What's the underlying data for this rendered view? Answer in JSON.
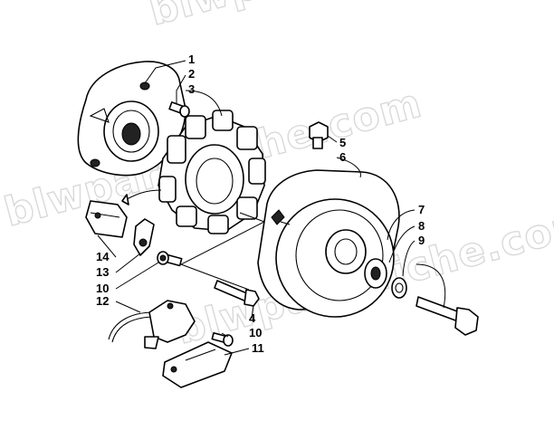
{
  "watermark": {
    "text_top": "blwpartsfiche.com",
    "text_mid": "blwpartsfiche.com",
    "text_low": "blwpartsfiche.com"
  },
  "callouts": {
    "c1": "1",
    "c2": "2",
    "c3": "3",
    "c4": "4",
    "c5": "5",
    "c6": "6",
    "c7": "7",
    "c8": "8",
    "c9": "9",
    "c10a": "10",
    "c10b": "10",
    "c11": "11",
    "c12": "12",
    "c13": "13",
    "c14": "14"
  }
}
